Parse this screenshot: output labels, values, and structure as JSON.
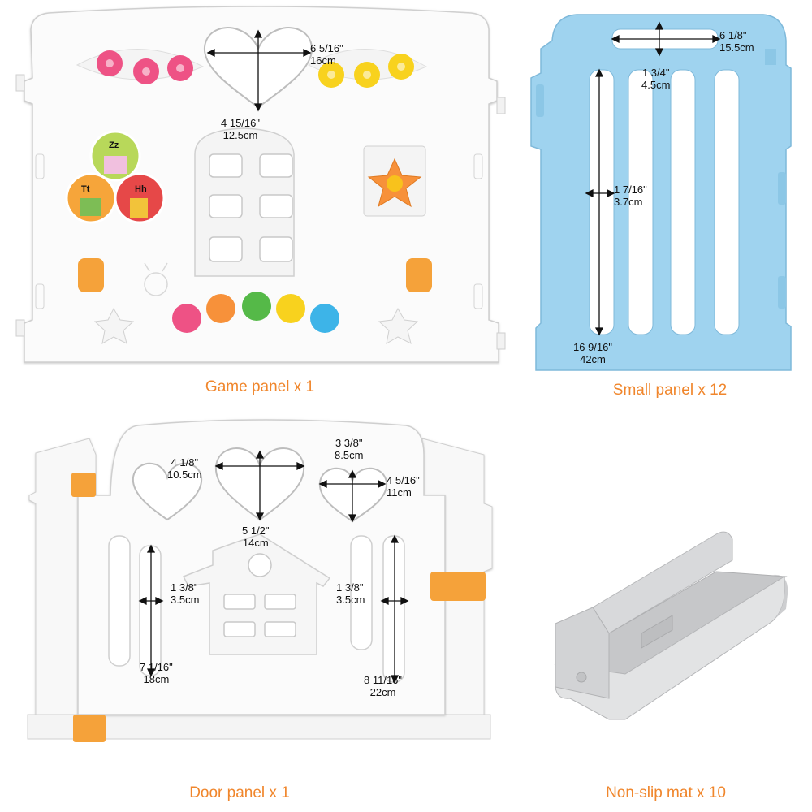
{
  "colors": {
    "caption": "#f0862c",
    "panel_white": "#fbfbfb",
    "panel_shadow": "#d9d9d9",
    "small_panel_blue": "#9fd3ef",
    "orange_accent": "#f5a23a",
    "mat_gray": "#cfd0d2"
  },
  "game_panel": {
    "caption": "Game panel x 1",
    "dims": [
      {
        "in": "6 5/16\"",
        "cm": "16cm"
      },
      {
        "in": "4 15/16\"",
        "cm": "12.5cm"
      }
    ],
    "letters": [
      "Zz",
      "Tt",
      "Hh"
    ],
    "icons": [
      "heart-window-icon",
      "gear-toy-icon",
      "star-toy-icon",
      "letter-disc-icon",
      "flower-cutout-icon",
      "bee-emboss-icon",
      "orange-latch-icon"
    ]
  },
  "small_panel": {
    "caption": "Small panel x 12",
    "dims": [
      {
        "in": "6 1/8\"",
        "cm": "15.5cm"
      },
      {
        "in": "1 3/4\"",
        "cm": "4.5cm"
      },
      {
        "in": "1 7/16\"",
        "cm": "3.7cm"
      },
      {
        "in": "16 9/16\"",
        "cm": "42cm"
      }
    ]
  },
  "door_panel": {
    "caption": "Door panel x 1",
    "dims": [
      {
        "in": "4 1/8\"",
        "cm": "10.5cm"
      },
      {
        "in": "3 3/8\"",
        "cm": "8.5cm"
      },
      {
        "in": "4 5/16\"",
        "cm": "11cm"
      },
      {
        "in": "5 1/2\"",
        "cm": "14cm"
      },
      {
        "in": "1 3/8\"",
        "cm": "3.5cm"
      },
      {
        "in": "1 3/8\"",
        "cm": "3.5cm"
      },
      {
        "in": "7 1/16\"",
        "cm": "18cm"
      },
      {
        "in": "8 11/16\"",
        "cm": "22cm"
      }
    ]
  },
  "mat": {
    "caption": "Non-slip mat x 10"
  }
}
